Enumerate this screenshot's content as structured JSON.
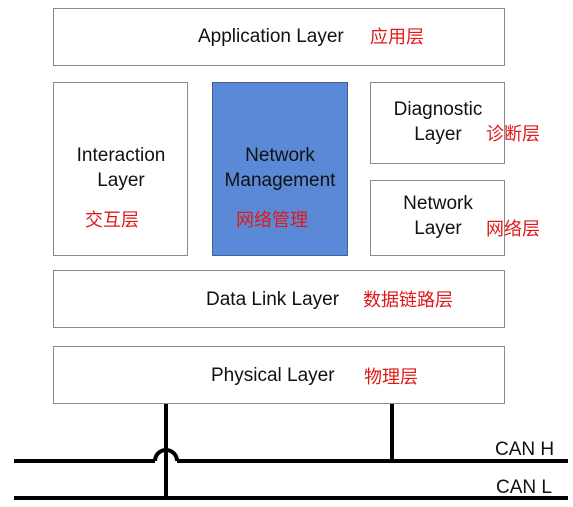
{
  "layers": {
    "application": {
      "en": "Application Layer",
      "cn": "应用层"
    },
    "interaction": {
      "en_line1": "Interaction",
      "en_line2": "Layer",
      "cn": "交互层"
    },
    "network_management": {
      "en_line1": "Network",
      "en_line2": "Management",
      "cn": "网络管理",
      "fill": "#5a8ad7"
    },
    "diagnostic": {
      "en_line1": "Diagnostic",
      "en_line2": "Layer",
      "cn": "诊断层"
    },
    "network": {
      "en_line1": "Network",
      "en_line2": "Layer",
      "cn": "网络层"
    },
    "data_link": {
      "en": "Data Link Layer",
      "cn": "数据链路层"
    },
    "physical": {
      "en": "Physical Layer",
      "cn": "物理层"
    }
  },
  "bus": {
    "can_h": "CAN H",
    "can_l": "CAN L"
  },
  "colors": {
    "chinese_text": "#e01818",
    "highlight_box": "#5a8ad7",
    "box_border": "#8a8a8a",
    "bus_line": "#000000"
  }
}
